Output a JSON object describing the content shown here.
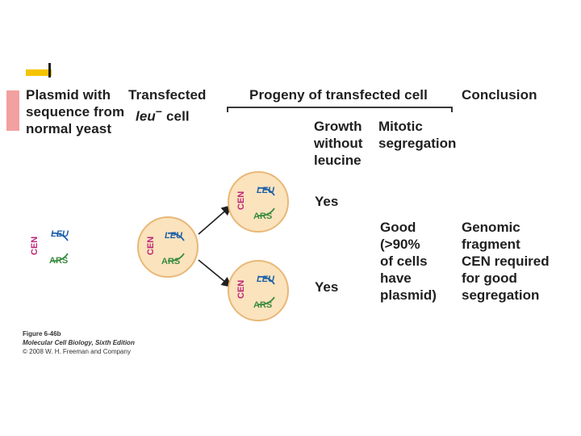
{
  "headers": {
    "plasmid": "Plasmid with\nsequence from\nnormal yeast",
    "transfected_prefix": "Transfected\n",
    "transfected_gene": "leu",
    "transfected_superscript": "−",
    "transfected_suffix": " cell",
    "progeny": "Progeny of transfected cell",
    "conclusion": "Conclusion"
  },
  "columns": {
    "growth": "Growth\nwithout\nleucine",
    "mitotic": "Mitotic\nsegregation"
  },
  "results": {
    "yes_top": "Yes",
    "yes_bottom": "Yes",
    "segregation": "Good\n(>90%\nof cells\nhave\nplasmid)",
    "conclusion": "Genomic\nfragment\nCEN required\nfor good\nsegregation"
  },
  "plasmid_labels": {
    "cen": "CEN",
    "leu": "LEU",
    "ars": "ARS"
  },
  "caption": {
    "figure": "Figure 6-46b",
    "book": "Molecular Cell Biology, Sixth Edition",
    "copyright": "© 2008 W. H. Freeman and Company"
  },
  "colors": {
    "cell_fill": "#fbe3bd",
    "cell_stroke": "#e8b878",
    "cen": "#c0267a",
    "leu": "#1d5fa8",
    "ars": "#3a8c3f",
    "accent_yellow": "#f5c400",
    "accent_red": "#f3a0a0"
  }
}
